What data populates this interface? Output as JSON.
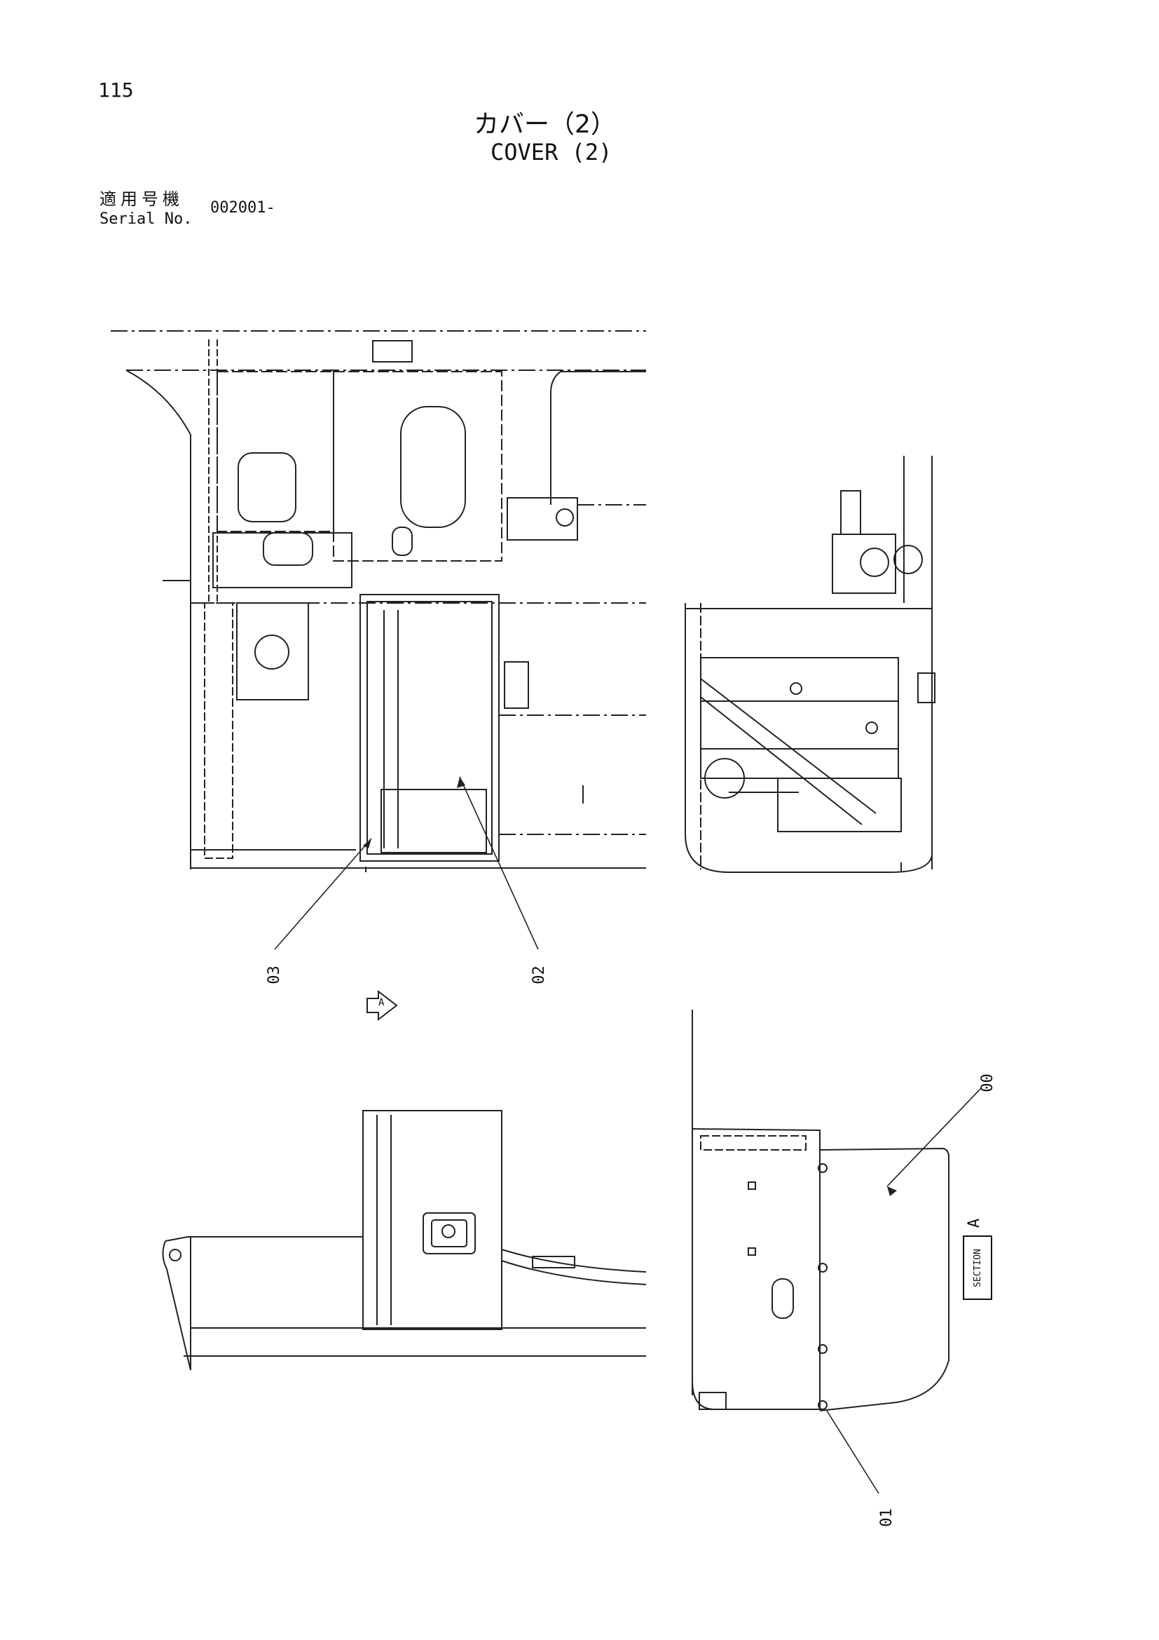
{
  "header": {
    "page_number": "115",
    "title_ja": "カバー（2）",
    "title_en": "COVER (2)",
    "serial_label_ja": "適用号機",
    "serial_label_en": "Serial No.",
    "serial_value": "002001-"
  },
  "callouts": {
    "part_00": "00",
    "part_01": "01",
    "part_02": "02",
    "part_03": "03"
  },
  "section": {
    "text": "SECTION",
    "letter": "A"
  },
  "view_arrow_letter": "A"
}
